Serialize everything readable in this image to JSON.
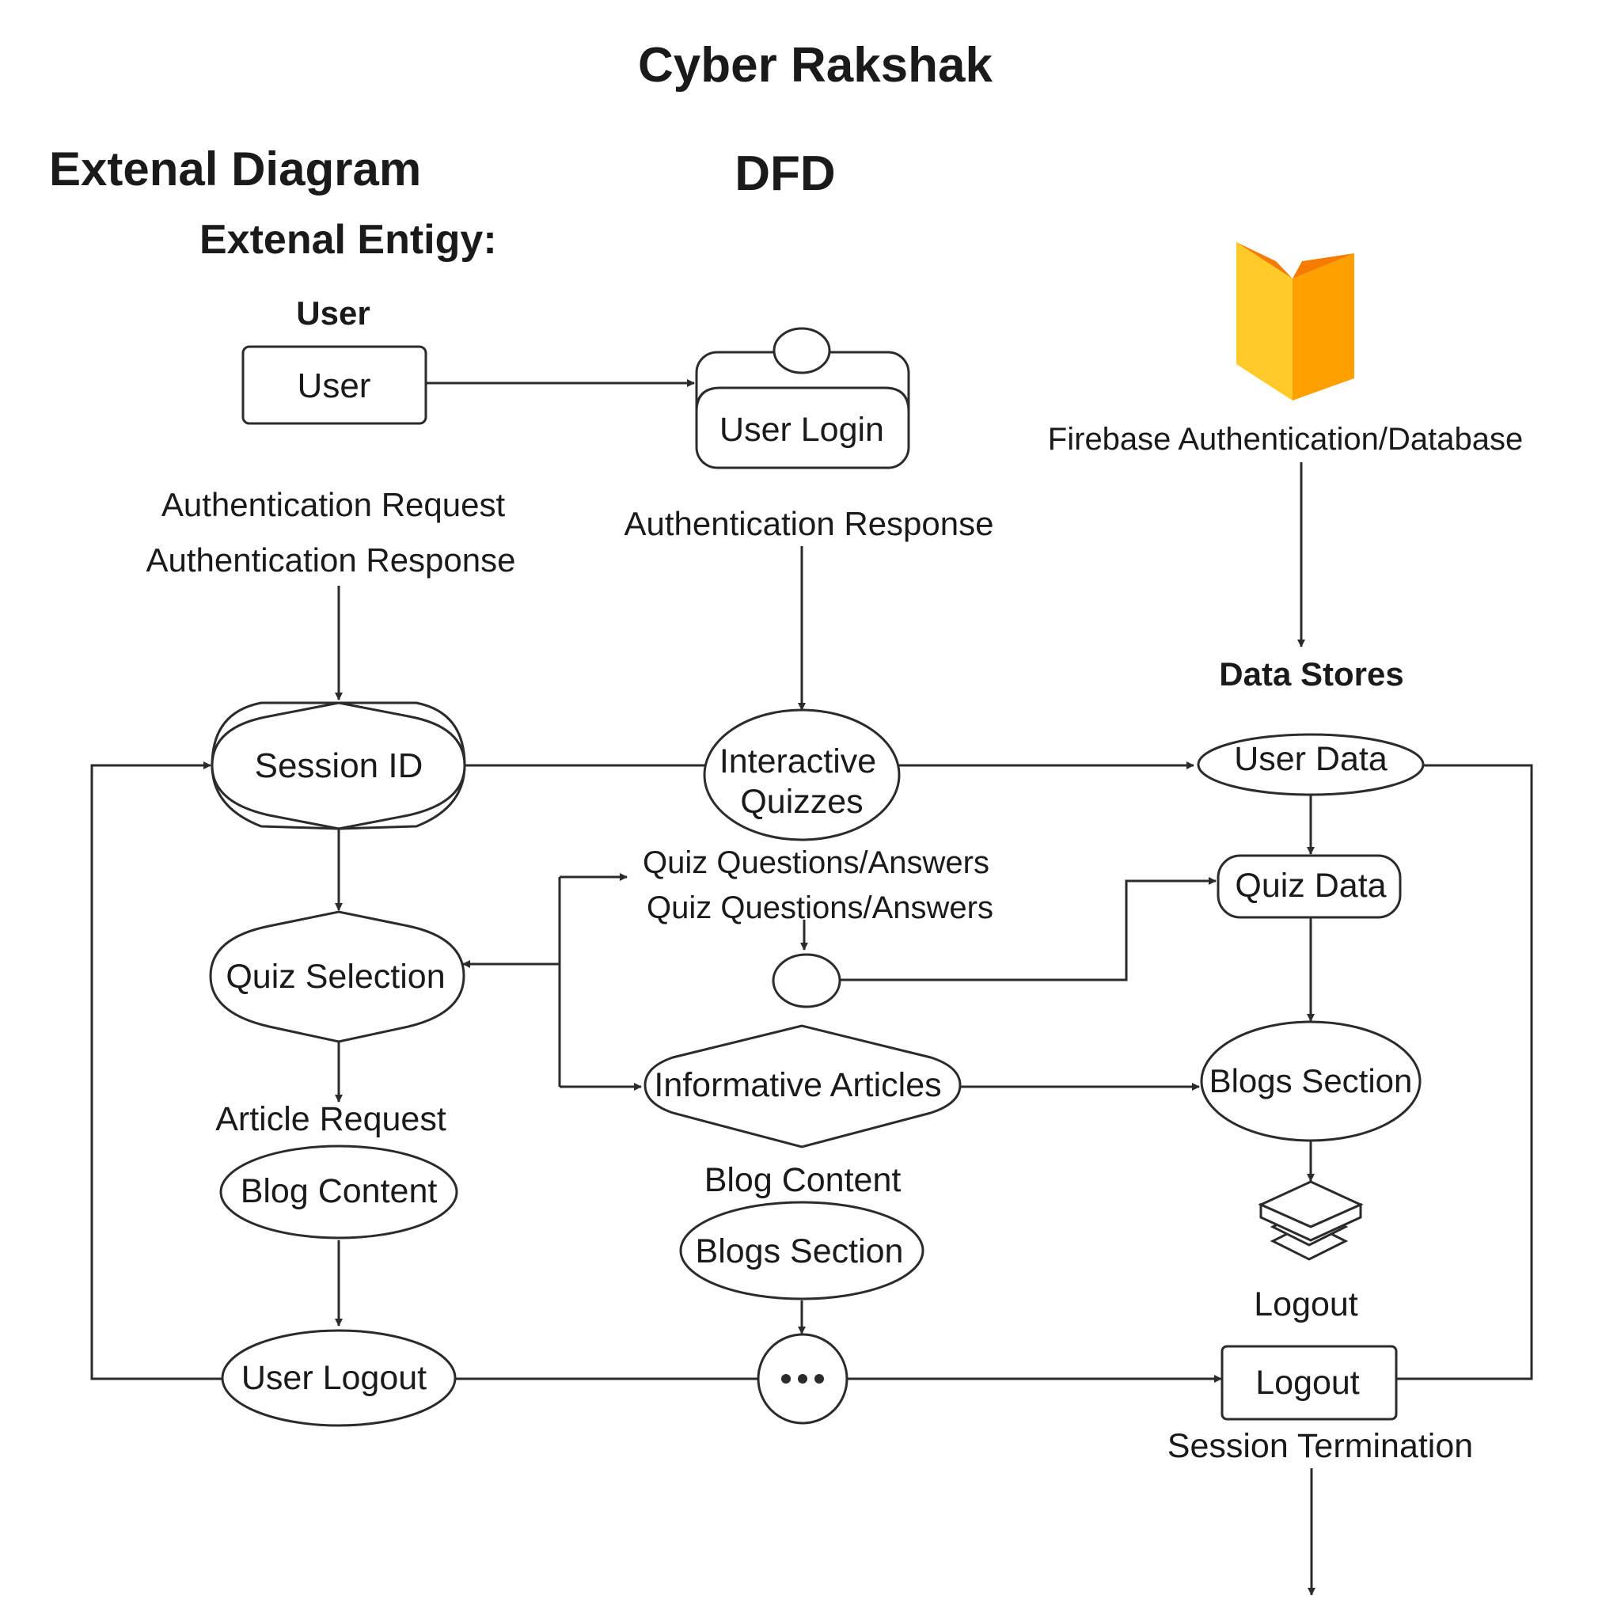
{
  "header": {
    "title": "Cyber Rakshak",
    "left_heading": "Extenal Diagram",
    "center_heading": "DFD",
    "entity_heading": "Extenal Entigy:",
    "user_heading": "User"
  },
  "nodes": {
    "user": "User",
    "user_login": "User Login",
    "firebase": "Firebase Authentication/Database",
    "data_stores": "Data Stores",
    "session_id": "Session ID",
    "interactive_quizzes_1": "Interactive",
    "interactive_quizzes_2": "Quizzes",
    "user_data": "User Data",
    "quiz_selection": "Quiz Selection",
    "quiz_data": "Quiz Data",
    "informative_articles": "Informative Articles",
    "blogs_section_right": "Blogs Section",
    "blog_content_left": "Blog Content",
    "blogs_section_center": "Blogs Section",
    "logout_store_label": "Logout",
    "user_logout": "User Logout",
    "more": "•••",
    "logout_box": "Logout",
    "session_termination": "Session Termination"
  },
  "labels": {
    "auth_request": "Authentication Request",
    "auth_response_left": "Authentication Response",
    "auth_response_center": "Authentication Response",
    "quiz_qa_1": "Quiz Questions/Answers",
    "quiz_qa_2": "Quiz Questions/Answers",
    "article_request": "Article Request",
    "blog_content_center": "Blog Content"
  },
  "colors": {
    "line": "#2b2b2b",
    "firebase_light": "#FFCA28",
    "firebase_mid": "#FFA000",
    "firebase_dark": "#F57C00"
  },
  "icons": {
    "firebase": "firebase-logo-icon",
    "data_store": "stacked-layers-icon"
  }
}
